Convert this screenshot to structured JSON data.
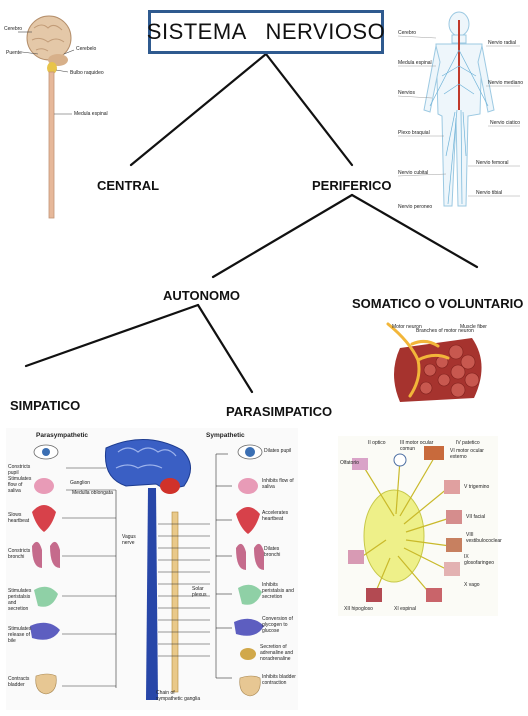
{
  "title": "SISTEMA   NERVIOSO",
  "nodes": {
    "central": "CENTRAL",
    "periferico": "PERIFERICO",
    "autonomo": "AUTONOMO",
    "somatico": "SOMATICO O VOLUNTARIO",
    "simpatico": "SIMPATICO",
    "parasimpatico": "PARASIMPATICO"
  },
  "brain_illustration": {
    "labels": [
      "Cerebro",
      "Puente",
      "Cerebelo",
      "Bulbo raquideo",
      "Medula espinal"
    ]
  },
  "body_illustration": {
    "labels": [
      "Cerebro",
      "Medula espinal",
      "Nervios",
      "Plexo braquial",
      "Nervio cubital",
      "Nervio radial",
      "Nervio mediano",
      "Nervio ciatico",
      "Nervio femoral",
      "Nervio tibial",
      "Nervio peroneo"
    ]
  },
  "autonomic_diagram": {
    "parasympathetic_title": "Parasympathetic",
    "sympathetic_title": "Sympathetic",
    "left_labels": [
      "Constricts pupil",
      "Stimulates flow of saliva",
      "Slows heartbeat",
      "Constricts bronchi",
      "Stimulates peristalsis and secretion",
      "Stimulates release of bile",
      "Contracts bladder"
    ],
    "right_labels": [
      "Dilates pupil",
      "Inhibits flow of saliva",
      "Accelerates heartbeat",
      "Dilates bronchi",
      "Inhibits peristalsis and secretion",
      "Conversion of glycogen to glucose",
      "Secretion of adrenaline and noradrenaline",
      "Inhibits bladder contraction"
    ],
    "center_labels": [
      "Ganglion",
      "Medulla oblongata",
      "Vagus nerve",
      "Solar plexus",
      "Chain of sympathetic ganglia"
    ]
  },
  "cranial_diagram": {
    "labels": [
      "II optico",
      "III motor ocular comun",
      "IV patetico",
      "VI motor ocular externo",
      "Olfatorio",
      "V trigemino",
      "VII facial",
      "VIII vestibulococlear",
      "IX glosofaringeo",
      "X vago",
      "XII hipogloso",
      "XI espinal"
    ]
  },
  "muscle_illustration": {
    "labels": [
      "Motor neuron",
      "Branches of motor neuron",
      "Muscle fiber"
    ]
  }
}
